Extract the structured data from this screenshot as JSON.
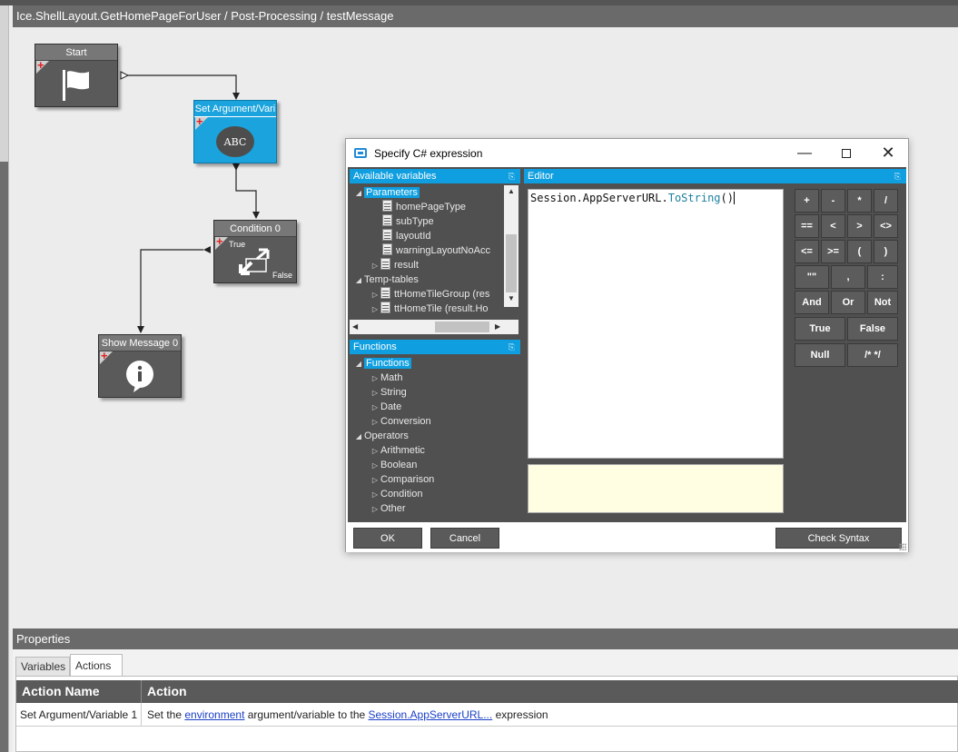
{
  "breadcrumb": "Ice.ShellLayout.GetHomePageForUser / Post-Processing / testMessage",
  "workflow": {
    "nodes": [
      {
        "title": "Start",
        "icon": "flag-icon"
      },
      {
        "title": "Set Argument/Vari",
        "icon": "abc-icon",
        "icon_text": "ABC"
      },
      {
        "title": "Condition 0",
        "icon": "condition-arrow-icon",
        "true_label": "True",
        "false_label": "False"
      },
      {
        "title": "Show Message 0",
        "icon": "info-icon"
      }
    ]
  },
  "dialog": {
    "title": "Specify C# expression",
    "available_variables": {
      "header": "Available variables",
      "parameters_label": "Parameters",
      "parameters": [
        "homePageType",
        "subType",
        "layoutId",
        "warningLayoutNoAcc",
        "result"
      ],
      "temp_tables_label": "Temp-tables",
      "temp_tables": [
        "ttHomeTileGroup (res",
        "ttHomeTile (result.Ho"
      ]
    },
    "functions": {
      "header": "Functions",
      "functions_label": "Functions",
      "function_items": [
        "Math",
        "String",
        "Date",
        "Conversion"
      ],
      "operators_label": "Operators",
      "operator_items": [
        "Arithmetic",
        "Boolean",
        "Comparison",
        "Condition",
        "Other"
      ]
    },
    "editor": {
      "header": "Editor",
      "code_prefix": "Session.AppServerURL.",
      "code_method": "ToString",
      "code_suffix": "()"
    },
    "keypad": {
      "row1": [
        "+",
        "-",
        "*",
        "/"
      ],
      "row2": [
        "==",
        "<",
        ">",
        "<>"
      ],
      "row3": [
        "<=",
        ">=",
        "(",
        ")"
      ],
      "row4": [
        "\"\"",
        ",",
        ":"
      ],
      "row5": [
        "And",
        "Or",
        "Not"
      ],
      "row6": [
        "True",
        "False"
      ],
      "row7": [
        "Null",
        "/* */"
      ]
    },
    "ok_label": "OK",
    "cancel_label": "Cancel",
    "check_syntax_label": "Check Syntax"
  },
  "properties": {
    "header": "Properties",
    "tabs": [
      "Variables",
      "Actions"
    ],
    "columns": [
      "Action Name",
      "Action"
    ],
    "row": {
      "name": "Set Argument/Variable 1",
      "action_prefix": "Set the ",
      "action_link1": "environment",
      "action_mid": " argument/variable to the ",
      "action_link2": "Session.AppServerURL...",
      "action_suffix": " expression"
    }
  }
}
